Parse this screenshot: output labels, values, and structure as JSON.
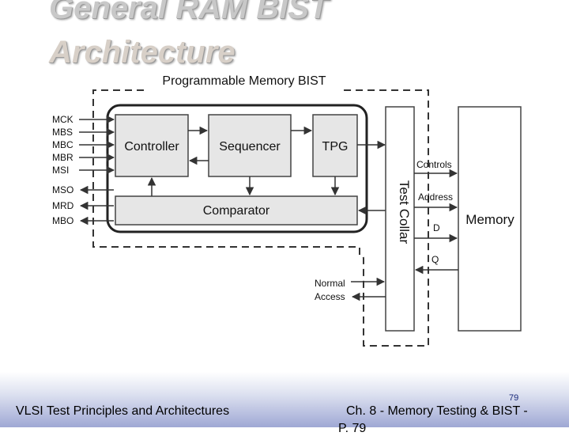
{
  "slide": {
    "title_line1": "General RAM BIST",
    "title_line2": "Architecture"
  },
  "diagram": {
    "outer_label": "Programmable Memory BIST",
    "blocks": {
      "controller": "Controller",
      "sequencer": "Sequencer",
      "tpg": "TPG",
      "comparator": "Comparator",
      "test_collar": "Test Collar",
      "memory": "Memory"
    },
    "input_signals": [
      "MCK",
      "MBS",
      "MBC",
      "MBR",
      "MSI"
    ],
    "output_signals": [
      "MSO",
      "MRD",
      "MBO"
    ],
    "collar_signals": {
      "controls": "Controls",
      "address": "Address",
      "d": "D",
      "q": "Q"
    },
    "normal_access": [
      "Normal",
      "Access"
    ]
  },
  "footer": {
    "left_text": "VLSI Test Principles and Architectures",
    "right_text": "Ch. 8 - Memory Testing & BIST -",
    "right_text_cont": "P. 79",
    "page_number": "79"
  },
  "colors": {
    "line": "#333333",
    "inner_fill": "#e6e6e6",
    "footer_band": "#9fa8d4"
  }
}
